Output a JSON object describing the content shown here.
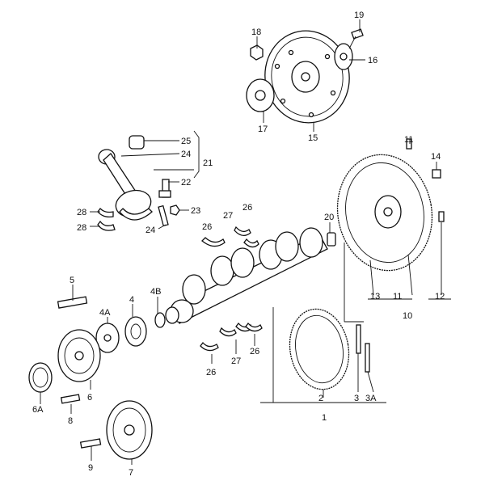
{
  "labels": {
    "l1": "1",
    "l2": "2",
    "l3": "3",
    "l3a": "3A",
    "l4": "4",
    "l4a": "4A",
    "l4b": "4B",
    "l5": "5",
    "l6": "6",
    "l6a": "6A",
    "l7": "7",
    "l8": "8",
    "l9": "9",
    "l10": "10",
    "l11a": "11",
    "l11b": "11",
    "l12": "12",
    "l13": "13",
    "l14": "14",
    "l15": "15",
    "l16": "16",
    "l17": "17",
    "l18": "18",
    "l19": "19",
    "l20": "20",
    "l21": "21",
    "l22": "22",
    "l23": "23",
    "l24a": "24",
    "l24b": "24",
    "l25": "25",
    "l26a": "26",
    "l26b": "26",
    "l26c": "26",
    "l26d": "26",
    "l27a": "27",
    "l27b": "27",
    "l28a": "28",
    "l28b": "28"
  }
}
